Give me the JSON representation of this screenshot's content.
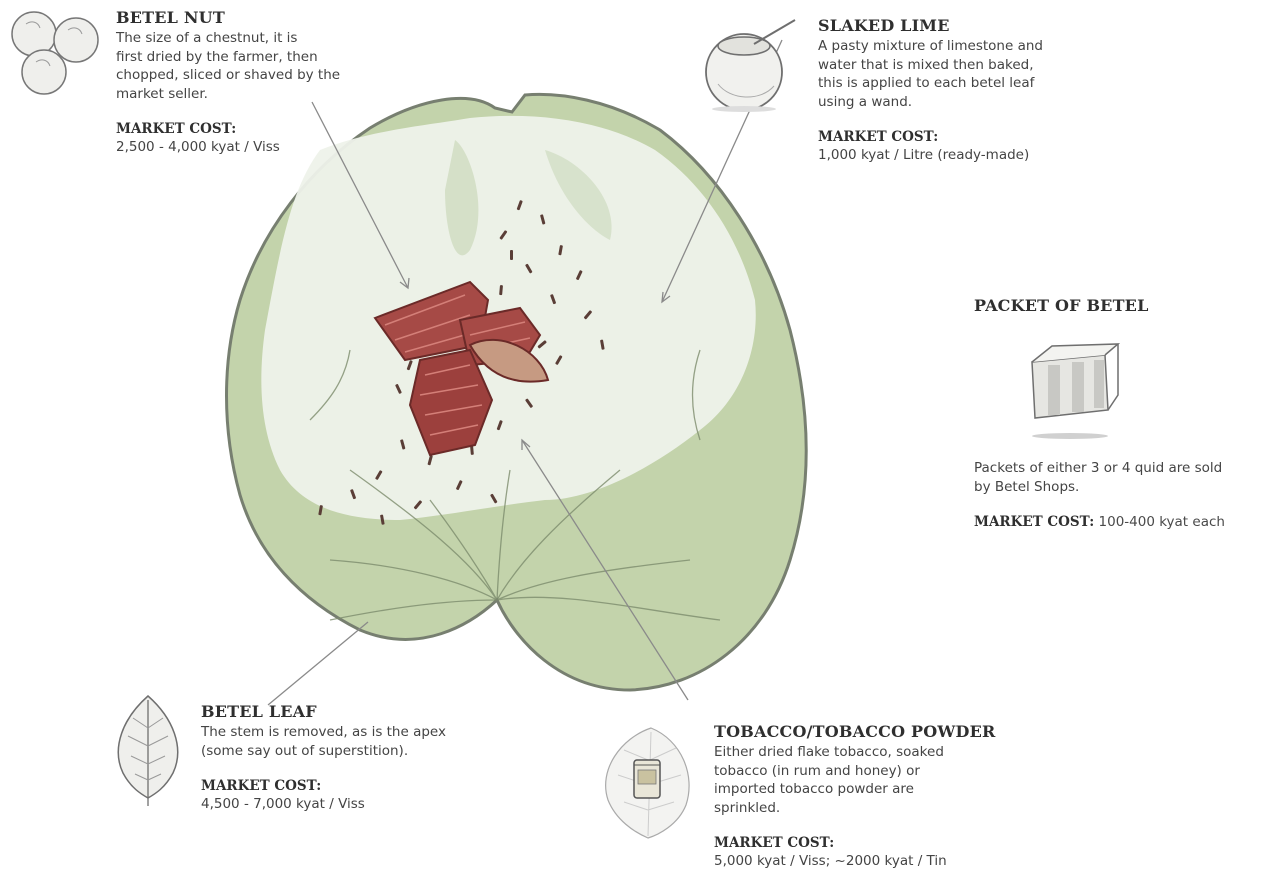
{
  "betel_nut": {
    "title": "BETEL NUT",
    "desc_lines": [
      "The size of a chestnut, it is",
      "first dried by the farmer, then",
      "chopped, sliced or shaved by the",
      "market seller."
    ],
    "cost_label": "MARKET COST:",
    "cost_value": "2,500 - 4,000 kyat / Viss"
  },
  "slaked_lime": {
    "title": "SLAKED LIME",
    "desc_lines": [
      "A pasty mixture of limestone and",
      "water that is mixed then baked,",
      "this is applied to each betel leaf",
      "using a wand."
    ],
    "cost_label": "MARKET COST:",
    "cost_value": "1,000 kyat / Litre (ready-made)"
  },
  "packet": {
    "title": "PACKET OF BETEL",
    "desc_lines": [
      "Packets of either 3 or 4 quid are sold",
      "by Betel Shops."
    ],
    "cost_label": "MARKET COST:",
    "cost_value": "100-400 kyat each"
  },
  "betel_leaf": {
    "title": "BETEL LEAF",
    "desc_lines": [
      "The stem is removed, as is the apex",
      "(some say out of superstition)."
    ],
    "cost_label": "MARKET COST:",
    "cost_value": "4,500 - 7,000 kyat / Viss"
  },
  "tobacco": {
    "title": "TOBACCO/TOBACCO POWDER",
    "desc_lines": [
      "Either dried flake tobacco, soaked",
      "tobacco (in rum and honey) or",
      "imported tobacco powder are",
      "sprinkled."
    ],
    "cost_label": "MARKET COST:",
    "cost_value": "5,000 kyat / Viss; ~2000 kyat / Tin"
  }
}
